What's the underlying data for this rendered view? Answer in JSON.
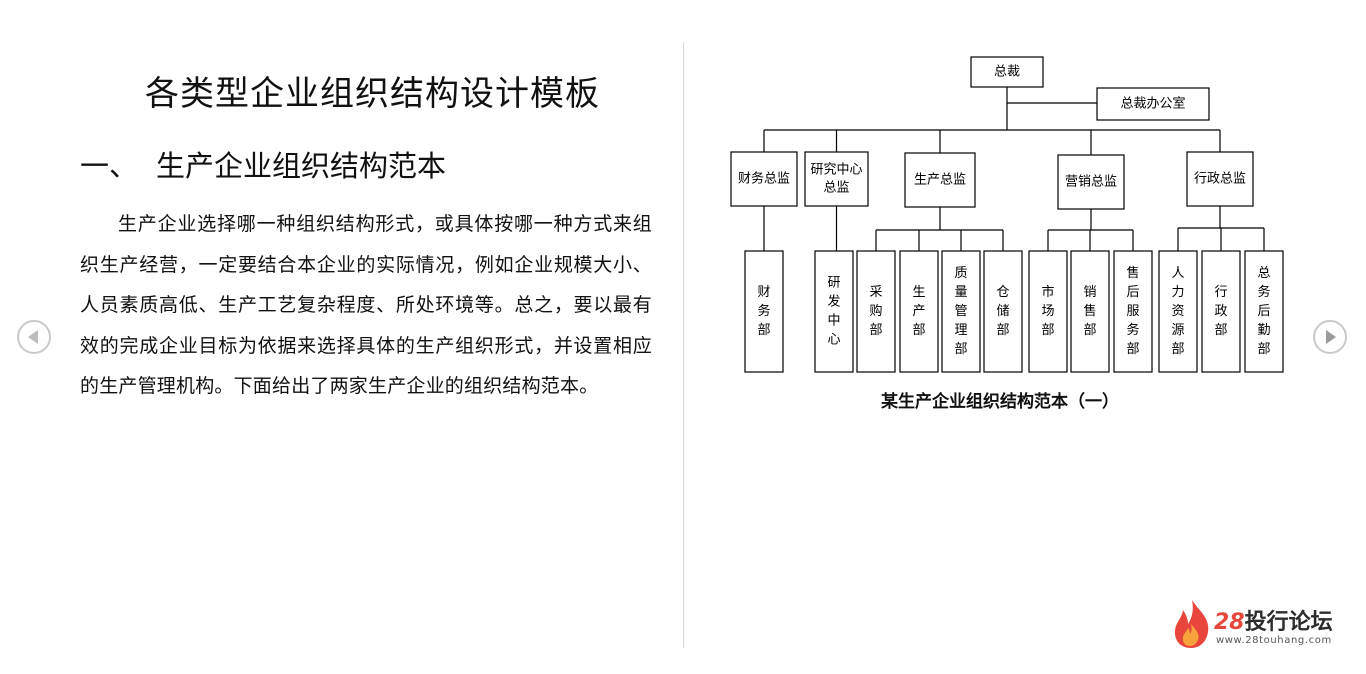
{
  "document": {
    "title": "各类型企业组织结构设计模板",
    "section_number": "一、",
    "section_title": "生产企业组织结构范本",
    "paragraph": "生产企业选择哪一种组织结构形式，或具体按哪一种方式来组织生产经营，一定要结合本企业的实际情况，例如企业规模大小、人员素质高低、生产工艺复杂程度、所处环境等。总之，要以最有效的完成企业目标为依据来选择具体的生产组织形式，并设置相应的生产管理机构。下面给出了两家生产企业的组织结构范本。"
  },
  "org_chart": {
    "root": "总裁",
    "office": "总裁办公室",
    "directors": [
      {
        "label": "财务总监",
        "departments": [
          "财务部"
        ]
      },
      {
        "label": "研究中心总监",
        "departments": [
          "研发中心"
        ]
      },
      {
        "label": "生产总监",
        "departments": [
          "采购部",
          "生产部",
          "质量管理部",
          "仓储部"
        ]
      },
      {
        "label": "营销总监",
        "departments": [
          "市场部",
          "销售部",
          "售后服务部"
        ]
      },
      {
        "label": "行政总监",
        "departments": [
          "人力资源部",
          "行政部",
          "总务后勤部"
        ]
      }
    ],
    "caption": "某生产企业组织结构范本（一）"
  },
  "watermark": {
    "brand_number": "28",
    "brand_name": "投行论坛",
    "url": "www.28touhang.com",
    "flame_colors": [
      "#f7a23b",
      "#e8463d",
      "#c8213a"
    ]
  },
  "navigation": {
    "prev_icon": "chevron-left-icon",
    "next_icon": "chevron-right-icon"
  }
}
